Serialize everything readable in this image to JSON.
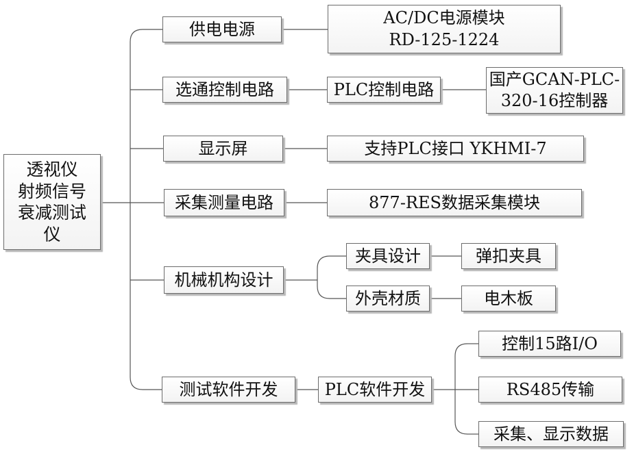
{
  "root": {
    "lines": [
      "透视仪",
      "射频信号",
      "衰减测试",
      "仪"
    ]
  },
  "branches": {
    "power": {
      "label": "供电电源",
      "detail": {
        "lines": [
          "AC/DC电源模块",
          "RD-125-1224"
        ]
      }
    },
    "select": {
      "label": "选通控制电路",
      "mid": "PLC控制电路",
      "detail": {
        "lines": [
          "国产GCAN-PLC-",
          "320-16控制器"
        ]
      }
    },
    "display": {
      "label": "显示屏",
      "detail": "支持PLC接口 YKHMI-7"
    },
    "acquire": {
      "label": "采集测量电路",
      "detail": "877-RES数据采集模块"
    },
    "mechanical": {
      "label": "机械机构设计",
      "subs": [
        {
          "label": "夹具设计",
          "detail": "弹扣夹具"
        },
        {
          "label": "外壳材质",
          "detail": "电木板"
        }
      ]
    },
    "software": {
      "label": "测试软件开发",
      "mid": "PLC软件开发",
      "details": [
        "控制15路I/O",
        "RS485传输",
        "采集、显示数据"
      ]
    }
  }
}
